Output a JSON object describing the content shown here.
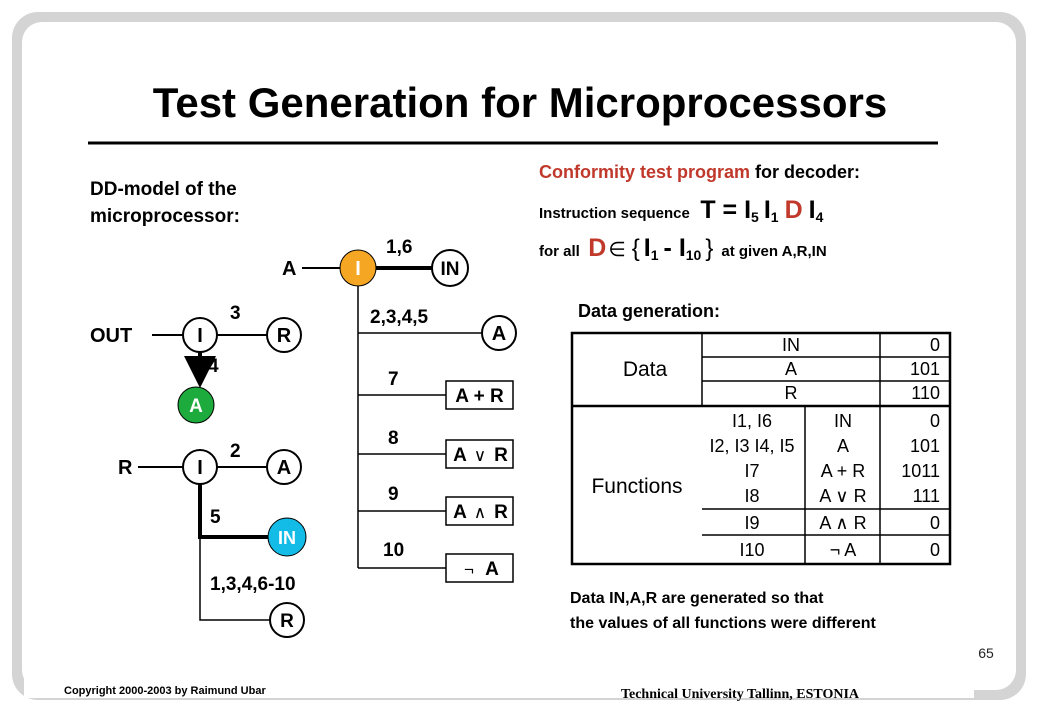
{
  "slide": {
    "title": "Test Generation for Microprocessors",
    "page_number": "65",
    "copyright": "Copyright 2000-2003 by Raimund Ubar",
    "institution": "Technical University Tallinn, ESTONIA"
  },
  "ddmodel": {
    "heading_line1": "DD-model of the",
    "heading_line2": "microprocessor:",
    "out_tree": {
      "root_label": "OUT",
      "node": "I",
      "edge3": "3",
      "leaf3": "R",
      "edge4": "4",
      "leaf4": "A"
    },
    "r_tree": {
      "root_label": "R",
      "node": "I",
      "edge2": "2",
      "leaf2": "A",
      "edge5": "5",
      "leaf5": "IN",
      "edge_rest": "1,3,4,6-10",
      "leaf_rest": "R"
    },
    "a_tree": {
      "root_label": "A",
      "node": "I",
      "edge16": "1,6",
      "leaf16": "IN",
      "edge2345": "2,3,4,5",
      "leaf2345": "A",
      "edge7": "7",
      "leaf7": "A + R",
      "edge8": "8",
      "leaf8_left": "A",
      "leaf8_op": "∨",
      "leaf8_right": "R",
      "edge9": "9",
      "leaf9_left": "A",
      "leaf9_op": "∧",
      "leaf9_right": "R",
      "edge10": "10",
      "leaf10_op": "¬",
      "leaf10_var": "A"
    }
  },
  "conformity": {
    "heading_red": "Conformity test program",
    "heading_rest": " for decoder:",
    "seq_prefix": "Instruction sequence",
    "seq_T": "T = I",
    "seq_sub5": "5",
    "seq_I": "I",
    "seq_sub1": "1",
    "seq_D": "D",
    "seq_I4": "I",
    "seq_sub4": "4",
    "forall_prefix": "for all",
    "forall_D": "D",
    "forall_in": "∈",
    "forall_lbrace": "{",
    "forall_I1": "I",
    "forall_sub1": "1",
    "forall_dash": "- I",
    "forall_sub10": "10",
    "forall_rbrace": "}",
    "forall_suffix": "at given A,R,IN"
  },
  "datagen": {
    "heading": "Data generation:",
    "data_label": "Data",
    "data_rows": [
      {
        "name": "IN",
        "value": "0"
      },
      {
        "name": "A",
        "value": "101"
      },
      {
        "name": "R",
        "value": "110"
      }
    ],
    "functions_label": "Functions",
    "func_rows": [
      {
        "instr": "I1, I6",
        "expr": "IN",
        "value": "0"
      },
      {
        "instr": "I2, I3 I4, I5",
        "expr": "A",
        "value": "101"
      },
      {
        "instr": "I7",
        "expr": "A + R",
        "value": "1011"
      },
      {
        "instr": "I8",
        "expr": "A ∨ R",
        "value": "111"
      },
      {
        "instr": "I9",
        "expr": "A ∧ R",
        "value": "0"
      },
      {
        "instr": "I10",
        "expr": "¬ A",
        "value": "0"
      }
    ],
    "note_line1": "Data  IN,A,R are generated so that",
    "note_line2": "the values of all functions were different"
  },
  "colors": {
    "red": "#c0392b",
    "green": "#1cab3c",
    "cyan": "#12bce6",
    "frame": "#d4d4d4"
  }
}
